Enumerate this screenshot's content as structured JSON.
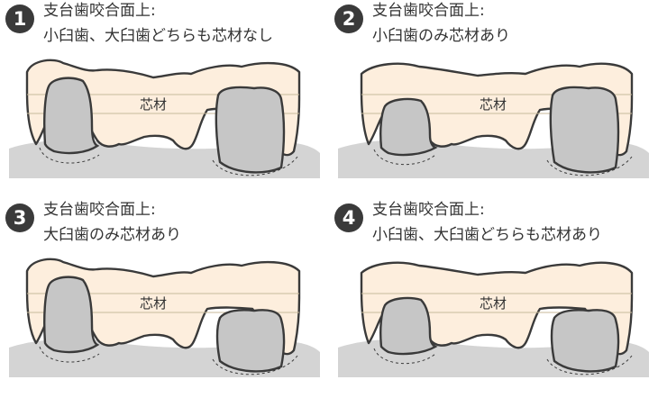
{
  "panels": [
    {
      "number": "1",
      "line1": "支台歯咬合面上:",
      "line2": "小臼歯、大臼歯どちらも芯材なし",
      "core_label": "芯材"
    },
    {
      "number": "2",
      "line1": "支台歯咬合面上:",
      "line2": "小臼歯のみ芯材あり",
      "core_label": "芯材"
    },
    {
      "number": "3",
      "line1": "支台歯咬合面上:",
      "line2": "大臼歯のみ芯材あり",
      "core_label": "芯材"
    },
    {
      "number": "4",
      "line1": "支台歯咬合面上:",
      "line2": "小臼歯、大臼歯どちらも芯材あり",
      "core_label": "芯材"
    }
  ],
  "colors": {
    "crown_fill": "#fdeedd",
    "abutment_fill": "#c6c6c6",
    "gum_fill": "#d4d4d4",
    "outline": "#3a3a3a",
    "core_line": "#c8b99a",
    "badge": "#3a3a3a"
  }
}
